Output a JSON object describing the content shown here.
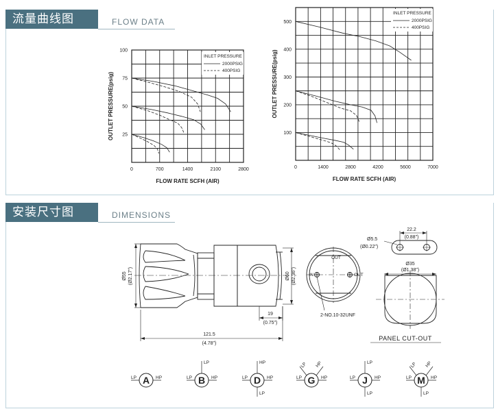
{
  "flow_section": {
    "title": "流量曲线图",
    "subtitle": "FLOW DATA"
  },
  "dimensions_section": {
    "title": "安装尺寸图",
    "subtitle": "DIMENSIONS"
  },
  "chart_data": [
    {
      "type": "line",
      "ylabel": "OUTLET PRESSURE(psig)",
      "xlabel": "FLOW RATE SCFH (AIR)",
      "xlim": [
        0,
        2800
      ],
      "ylim": [
        0,
        100
      ],
      "x_ticks": [
        "0",
        "700",
        "1400",
        "2100",
        "2800"
      ],
      "y_ticks": [
        "25",
        "50",
        "75",
        "100"
      ],
      "grid": true,
      "legend": {
        "position": "top-right",
        "title": "INLET PRESSURE",
        "entries": [
          "2000PSIG",
          "400PSIG"
        ]
      },
      "series": [
        {
          "name": "2000PSIG",
          "style": "solid",
          "points": [
            [
              0,
              75
            ],
            [
              550,
              72
            ],
            [
              1100,
              68
            ],
            [
              1500,
              64
            ],
            [
              1900,
              60
            ],
            [
              2150,
              57
            ],
            [
              2350,
              52
            ],
            [
              2480,
              45
            ]
          ]
        },
        {
          "name": "400PSIG",
          "style": "dashed",
          "points": [
            [
              0,
              75
            ],
            [
              450,
              71
            ],
            [
              850,
              67
            ],
            [
              1200,
              63
            ],
            [
              1500,
              58
            ],
            [
              1650,
              52
            ],
            [
              1720,
              45
            ]
          ]
        },
        {
          "name": "2000PSIG",
          "style": "solid",
          "points": [
            [
              0,
              50
            ],
            [
              500,
              47
            ],
            [
              900,
              44
            ],
            [
              1250,
              41
            ],
            [
              1550,
              38
            ],
            [
              1730,
              34
            ],
            [
              1830,
              29
            ]
          ]
        },
        {
          "name": "400PSIG",
          "style": "dashed",
          "points": [
            [
              0,
              50
            ],
            [
              400,
              46
            ],
            [
              700,
              42
            ],
            [
              950,
              38
            ],
            [
              1150,
              35
            ],
            [
              1250,
              31
            ],
            [
              1310,
              26
            ]
          ]
        },
        {
          "name": "2000PSIG",
          "style": "solid",
          "points": [
            [
              0,
              25
            ],
            [
              300,
              22
            ],
            [
              550,
              19
            ],
            [
              750,
              16
            ],
            [
              880,
              13
            ],
            [
              950,
              9
            ]
          ]
        },
        {
          "name": "400PSIG",
          "style": "dashed",
          "points": [
            [
              0,
              25
            ],
            [
              250,
              21
            ],
            [
              420,
              18
            ],
            [
              560,
              15
            ],
            [
              640,
              12
            ],
            [
              680,
              8
            ]
          ]
        }
      ]
    },
    {
      "type": "line",
      "ylabel": "OUTLET PRESSURE(psig)",
      "xlabel": "FLOW RATE SCFH (AIR)",
      "xlim": [
        0,
        7000
      ],
      "ylim": [
        0,
        550
      ],
      "x_ticks": [
        "0",
        "1400",
        "2800",
        "4200",
        "5600",
        "7000"
      ],
      "y_ticks": [
        "100",
        "200",
        "300",
        "400",
        "500"
      ],
      "grid": true,
      "legend": {
        "position": "top-right",
        "title": "INLET PRESSURE",
        "entries": [
          "2000PSIG",
          "400PSIG"
        ]
      },
      "series": [
        {
          "name": "2000PSIG",
          "style": "solid",
          "points": [
            [
              0,
              500
            ],
            [
              1200,
              480
            ],
            [
              2400,
              458
            ],
            [
              3300,
              445
            ],
            [
              4100,
              430
            ],
            [
              4800,
              412
            ],
            [
              5300,
              390
            ],
            [
              5900,
              360
            ]
          ]
        },
        {
          "name": "2000PSIG",
          "style": "solid",
          "points": [
            [
              0,
              250
            ],
            [
              1000,
              232
            ],
            [
              2000,
              213
            ],
            [
              2800,
              200
            ],
            [
              3400,
              192
            ],
            [
              3850,
              180
            ],
            [
              4050,
              160
            ],
            [
              4150,
              135
            ]
          ]
        },
        {
          "name": "400PSIG",
          "style": "dashed",
          "points": [
            [
              0,
              250
            ],
            [
              900,
              228
            ],
            [
              1700,
              205
            ],
            [
              2300,
              188
            ],
            [
              2800,
              178
            ],
            [
              3100,
              162
            ],
            [
              3250,
              138
            ]
          ]
        },
        {
          "name": "2000PSIG",
          "style": "solid",
          "points": [
            [
              0,
              100
            ],
            [
              700,
              90
            ],
            [
              1400,
              80
            ],
            [
              2000,
              72
            ],
            [
              2450,
              65
            ],
            [
              2700,
              55
            ],
            [
              2950,
              40
            ]
          ]
        },
        {
          "name": "400PSIG",
          "style": "dashed",
          "points": [
            [
              0,
              100
            ],
            [
              600,
              88
            ],
            [
              1150,
              77
            ],
            [
              1600,
              68
            ],
            [
              1900,
              60
            ],
            [
              2100,
              50
            ],
            [
              2250,
              38
            ]
          ]
        }
      ]
    }
  ],
  "drawing": {
    "length_mm": "121.5",
    "length_in": "(4.78\")",
    "dia_left_mm": "Ø55",
    "dia_left_in": "(Ø2.17\")",
    "dia_right_mm": "Ø60",
    "dia_right_in": "(Ø2.36\")",
    "port_offset_mm": "19",
    "port_offset_in": "(0.75\")",
    "out_label": "OUT",
    "in_label": "IN",
    "out_side_label": "OUT",
    "thread_label": "2-NO.10-32UNF",
    "hole_mm": "Ø5.5",
    "hole_in": "(Ø0.22\")",
    "hole_spacing_mm": "22.2",
    "hole_spacing_in": "(0.88\")",
    "panel_dia_mm": "Ø35",
    "panel_dia_in": "(Ø1.38\")",
    "panel_caption": "PANEL CUT-OUT"
  },
  "port_configs": [
    {
      "letter": "A",
      "left": "LP",
      "right": "HP",
      "top": "",
      "bottom": "",
      "diag_top_left": "",
      "diag_top_right": ""
    },
    {
      "letter": "B",
      "left": "LP",
      "right": "HP",
      "top": "LP",
      "bottom": "",
      "diag_top_left": "",
      "diag_top_right": ""
    },
    {
      "letter": "D",
      "left": "LP",
      "right": "HP",
      "top": "HP",
      "bottom": "LP",
      "diag_top_left": "",
      "diag_top_right": ""
    },
    {
      "letter": "G",
      "left": "LP",
      "right": "HP",
      "top": "",
      "bottom": "",
      "diag_top_left": "LP",
      "diag_top_right": "HP"
    },
    {
      "letter": "J",
      "left": "LP",
      "right": "HP",
      "top": "LP",
      "bottom": "LP",
      "diag_top_left": "",
      "diag_top_right": ""
    },
    {
      "letter": "M",
      "left": "LP",
      "right": "HP",
      "top": "",
      "bottom": "LP",
      "diag_top_left": "LP",
      "diag_top_right": "HP"
    }
  ]
}
